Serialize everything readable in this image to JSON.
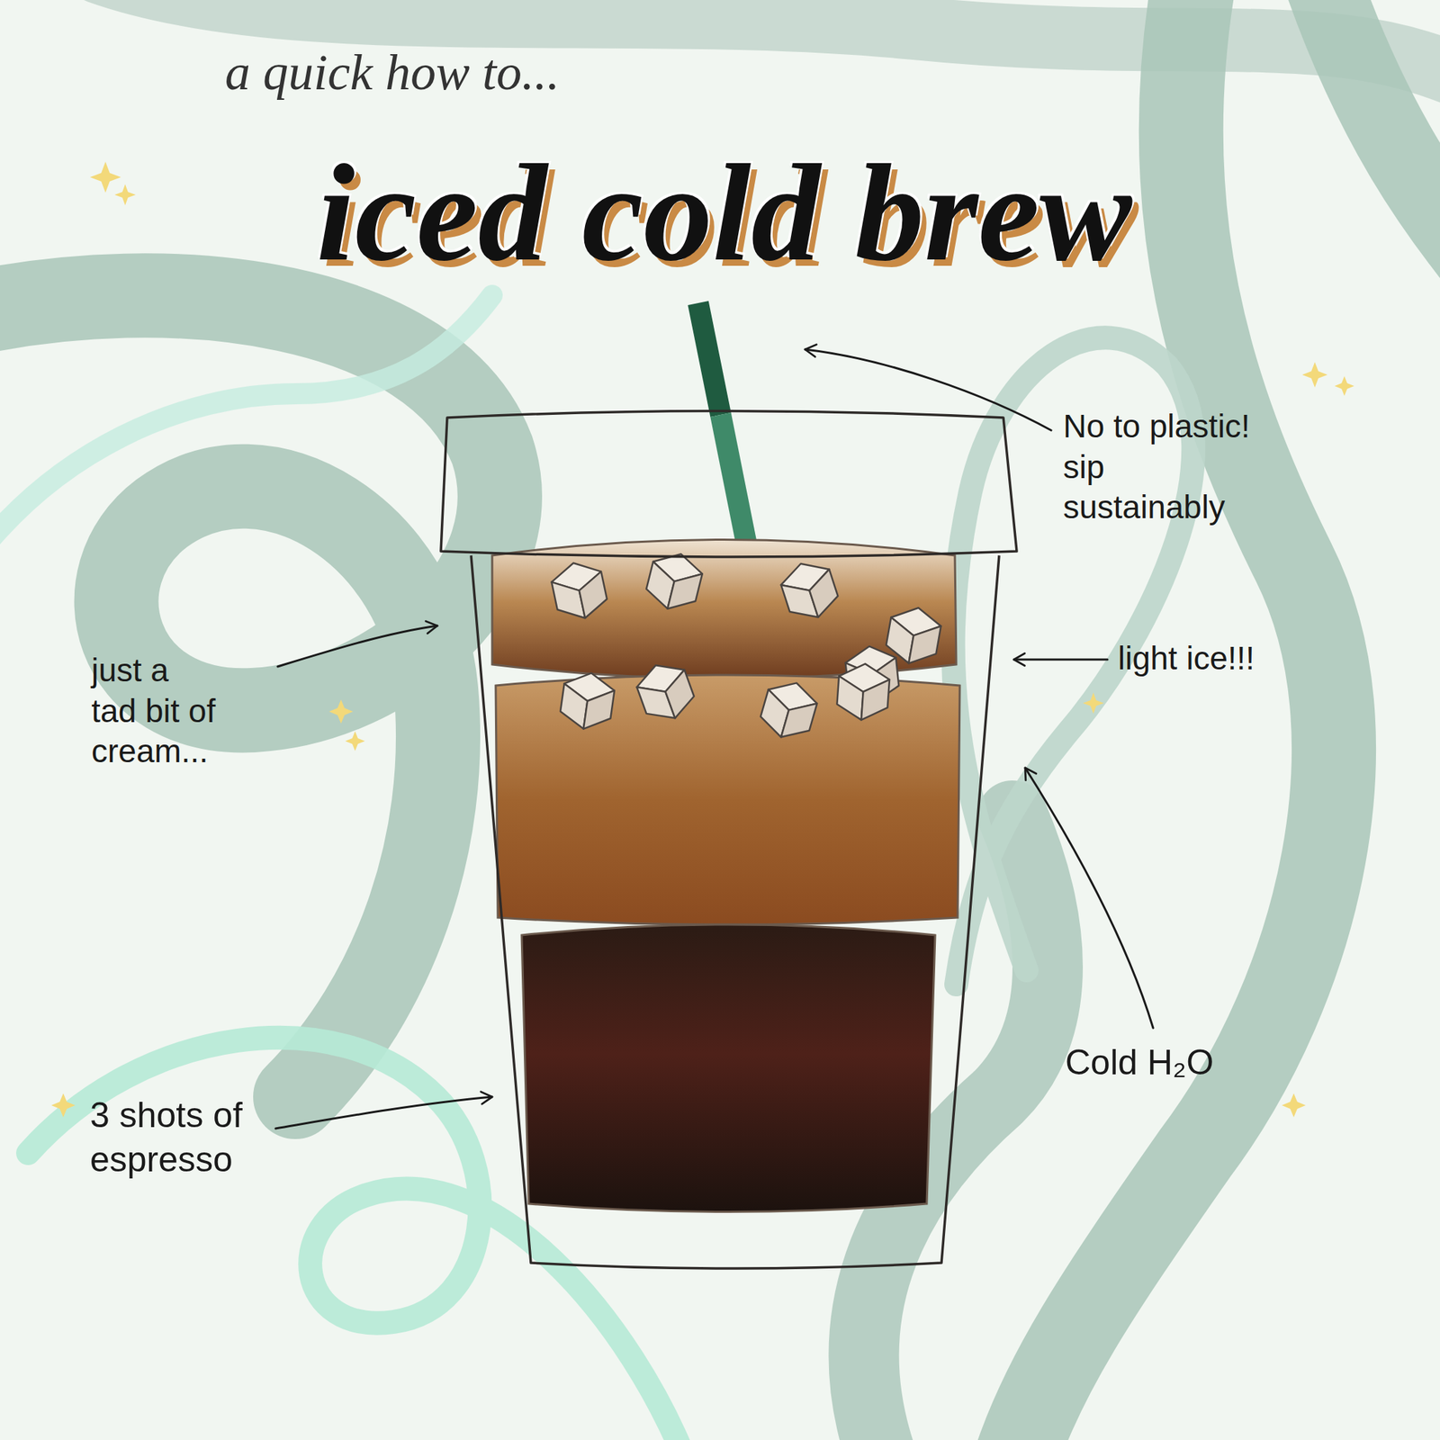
{
  "diagram": {
    "title": "iced cold brew",
    "labels": [
      "a quick how to...",
      "No to plastic! sip sustainably",
      "just a tad bit of cream...",
      "light ice!!!",
      "Cold H₂O",
      "3 shots of espresso"
    ]
  }
}
